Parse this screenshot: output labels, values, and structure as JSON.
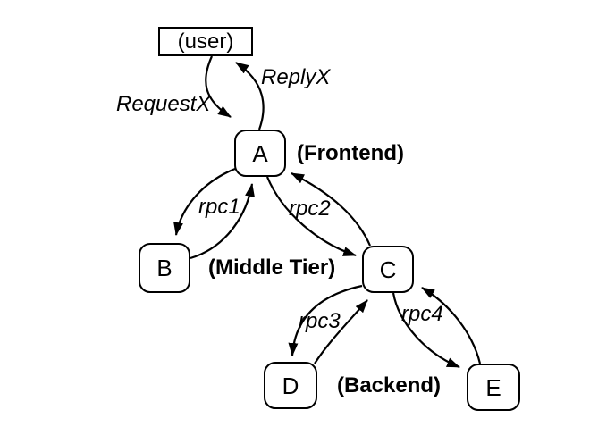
{
  "diagram": {
    "background_color": "#ffffff",
    "stroke_color": "#000000",
    "nodes": {
      "user": {
        "label": "(user)",
        "shape": "rectangle"
      },
      "a": {
        "label": "A",
        "shape": "rounded"
      },
      "b": {
        "label": "B",
        "shape": "rounded"
      },
      "c": {
        "label": "C",
        "shape": "rounded"
      },
      "d": {
        "label": "D",
        "shape": "rounded"
      },
      "e": {
        "label": "E",
        "shape": "rounded"
      }
    },
    "tier_labels": {
      "frontend": "(Frontend)",
      "middle": "(Middle Tier)",
      "backend": "(Backend)"
    },
    "edge_labels": {
      "request": "RequestX",
      "reply": "ReplyX",
      "rpc1": "rpc1",
      "rpc2": "rpc2",
      "rpc3": "rpc3",
      "rpc4": "rpc4"
    },
    "edges": [
      {
        "from": "user",
        "to": "A",
        "label": "RequestX"
      },
      {
        "from": "A",
        "to": "user",
        "label": "ReplyX"
      },
      {
        "from": "A",
        "to": "B",
        "label": "rpc1"
      },
      {
        "from": "B",
        "to": "A",
        "label": "rpc1"
      },
      {
        "from": "A",
        "to": "C",
        "label": "rpc2"
      },
      {
        "from": "C",
        "to": "A",
        "label": "rpc2"
      },
      {
        "from": "C",
        "to": "D",
        "label": "rpc3"
      },
      {
        "from": "D",
        "to": "C",
        "label": "rpc3"
      },
      {
        "from": "C",
        "to": "E",
        "label": "rpc4"
      },
      {
        "from": "E",
        "to": "C",
        "label": "rpc4"
      }
    ]
  }
}
